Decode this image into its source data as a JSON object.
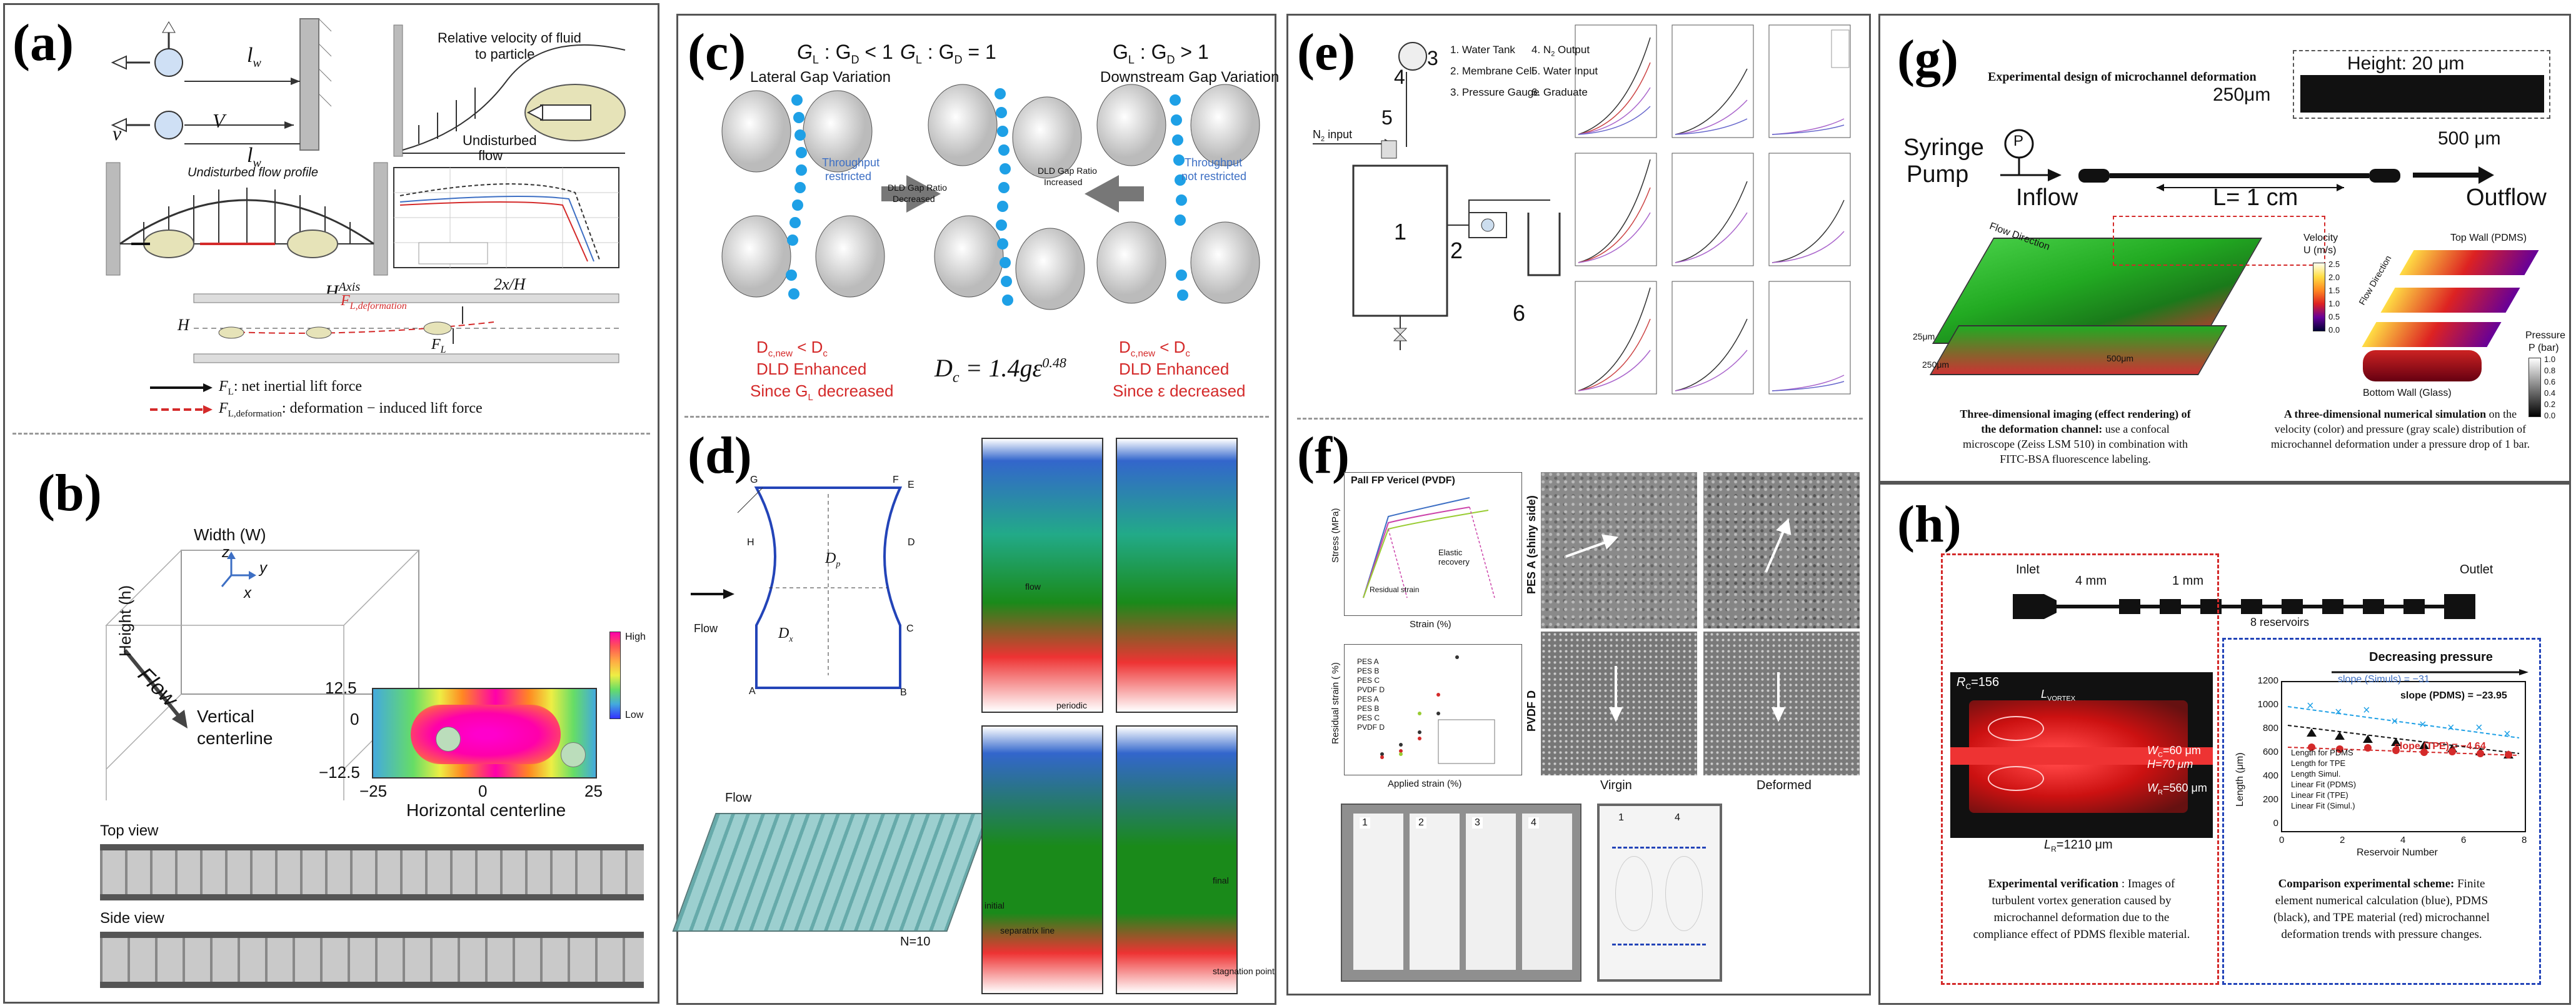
{
  "panels": {
    "a": {
      "label": "(a)",
      "l_w": "l",
      "v": "v",
      "V": "V",
      "relative_velocity": "Relative velocity of fluid",
      "to_particle": "to particle",
      "undisturbed_flow": "Undisturbed",
      "flow": "flow",
      "undisturbed_profile": "Undisturbed flow profile",
      "h_axis": "H",
      "axis": "Axis",
      "two_x_h": "2x/H",
      "fl_def": "F",
      "legend_fl": "F",
      "legend_fl_text": ": net inertial lift force",
      "legend_fld_text": ": deformation − induced lift force"
    },
    "b": {
      "label": "(b)",
      "width": "Width (W)",
      "height": "Height (h)",
      "flow": "Flow",
      "vertical_centerline": "Vertical",
      "centerline": "centerline",
      "horizontal_centerline": "Horizontal centerline",
      "y_ticks": [
        "12.5",
        "0",
        "−12.5"
      ],
      "x_ticks": [
        "−25",
        "0",
        "25"
      ],
      "cb_high": "High",
      "cb_low": "Low",
      "top_view": "Top view",
      "side_view": "Side view"
    },
    "c": {
      "label": "(c)",
      "left_ratio": "G",
      "left_title": "Lateral Gap Variation",
      "mid_ratio": "G",
      "right_title": "Downstream Gap Variation",
      "throughput_restricted": "Throughput",
      "restricted": "restricted",
      "throughput_not": "Throughput",
      "not_restricted": "not restricted",
      "arrow_left": "DLD Gap Ratio",
      "decreased": "Decreased",
      "arrow_right": "DLD Gap Ratio",
      "increased": "Increased",
      "left_result_1": "D",
      "left_result_2": "DLD Enhanced",
      "left_result_3": "Since G",
      "formula": "D",
      "right_result_2": "DLD Enhanced",
      "right_result_3": "Since ε decreased"
    },
    "d": {
      "label": "(d)",
      "flow": "Flow",
      "flow2": "Flow",
      "n_label": "N=10",
      "letters": [
        "A",
        "B",
        "C",
        "D",
        "E",
        "F",
        "G",
        "H"
      ],
      "dp_label": "D",
      "dx_label": "D",
      "gap_labels": [
        "D",
        "D"
      ],
      "sim_labels": [
        "flow",
        "periodic",
        "final",
        "initial",
        "separatrix line",
        "stagnation point"
      ]
    },
    "e": {
      "label": "(e)",
      "legend": [
        "1. Water Tank",
        "2. Membrane Cell",
        "3. Pressure Gauge",
        "4. N",
        "5. Water Input",
        "6. Graduate"
      ],
      "n2_input": "N",
      "num_1": "1",
      "num_2": "2",
      "num_3": "3",
      "num_4": "4",
      "num_5": "5",
      "num_6": "6"
    },
    "f": {
      "label": "(f)",
      "top_title": "Pall FP Vericel (PVDF)",
      "stress": "Stress (MPa)",
      "strain": "Strain (%)",
      "elastic_recovery": "Elastic recovery",
      "residual_strain": "Residual strain",
      "applied_strain": "Applied strain (%)",
      "residual_strain_axis": "Residual strain ( %)",
      "legend": [
        "PES A",
        "PES B",
        "PES C",
        "PVDF D",
        "PES A",
        "PES B",
        "PES C",
        "PVDF D"
      ],
      "pes_label": "PES A (shiny side)",
      "pvdf_label": "PVDF D",
      "virgin": "Virgin",
      "deformed": "Deformed",
      "photo_nums": [
        "1",
        "2",
        "3",
        "4",
        "1",
        "4"
      ]
    },
    "g": {
      "label": "(g)",
      "title": "Experimental design of microchannel deformation",
      "height": "Height: 20 μm",
      "two_fifty": "250μm",
      "five_hundred": "500 μm",
      "syringe": "Syringe",
      "pump": "Pump",
      "p": "P",
      "inflow": "Inflow",
      "length": "L= 1 cm",
      "outflow": "Outflow",
      "flow_direction": "Flow Direction",
      "flow_direction2": "Flow Direction",
      "velocity": "Velocity",
      "velocity_unit": "U (m/s)",
      "vel_ticks": [
        "2.5",
        "2.0",
        "1.5",
        "1.0",
        "0.5",
        "0.0"
      ],
      "top_wall": "Top Wall (PDMS)",
      "bottom_wall": "Bottom Wall (Glass)",
      "pressure": "Pressure",
      "pressure_unit": "P (bar)",
      "p_ticks": [
        "1.0",
        "0.8",
        "0.6",
        "0.4",
        "0.2",
        "0.0"
      ],
      "dim_25": "25μm",
      "dim_250": "250μm",
      "dim_500": "500μm",
      "cap1_bold": "Three-dimensional imaging (effect rendering) of",
      "cap1_bold2": "the deformation channel:",
      "cap1_rest": "use a confocal",
      "cap1_l2": "microscope (Zeiss LSM 510) in combination with",
      "cap1_l3": "FITC-BSA fluorescence labeling.",
      "cap2_bold": "A three-dimensional numerical simulation",
      "cap2_rest": "on the",
      "cap2_l2": "velocity (color) and pressure (gray scale) distribution of",
      "cap2_l3": "microchannel deformation under a pressure drop of 1 bar."
    },
    "h": {
      "label": "(h)",
      "inlet": "Inlet",
      "four_mm": "4 mm",
      "one_mm": "1 mm",
      "outlet": "Outlet",
      "reservoirs": "8 reservoirs",
      "rc": "R",
      "l_vortex": "L",
      "wc": "W",
      "h70": "H=70 μm",
      "wr": "W",
      "lr": "L",
      "decreasing": "Decreasing pressure",
      "slope_simuls": "slope (Simuls) = −31",
      "slope_pdms": "slope (PDMS) = −23.95",
      "slope_tpe": "slope (TPE) = −4.64",
      "y_label": "Length (μm)",
      "x_label": "Reservoir Number",
      "y_ticks": [
        "1200",
        "1000",
        "800",
        "600",
        "400",
        "200",
        "0"
      ],
      "x_ticks": [
        "0",
        "2",
        "4",
        "6",
        "8"
      ],
      "legend": [
        "Length for PDMS",
        "Length for TPE",
        "Length Simul.",
        "Linear Fit (PDMS)",
        "Linear Fit (TPE)",
        "Linear Fit (Simul.)"
      ],
      "cap1_bold": "Experimental verification",
      "cap1_rest": ": Images of",
      "cap1_l2": "turbulent vortex generation caused by",
      "cap1_l3": "microchannel deformation due to the",
      "cap1_l4": "compliance effect of PDMS flexible material.",
      "cap2_bold": "Comparison experimental scheme:",
      "cap2_rest": "Finite",
      "cap2_l2": "element numerical calculation (blue), PDMS",
      "cap2_l3": "(black), and TPE material (red) microchannel",
      "cap2_l4": "deformation trends with pressure changes."
    }
  }
}
